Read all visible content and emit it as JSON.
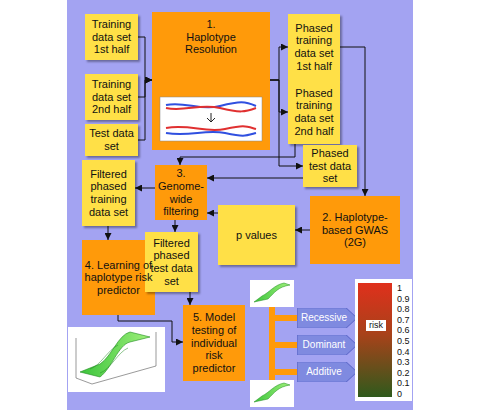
{
  "diagram": {
    "nodes": [
      {
        "text": [
          "Training data set 1st half"
        ]
      },
      {
        "text": [
          "1. Haplotype Resolution"
        ]
      },
      {
        "text": [
          "Phased training data set 1st half"
        ]
      },
      {
        "text": [
          "Training data set 2nd half"
        ]
      },
      {
        "text": [
          "Phased training data set 2nd half"
        ]
      },
      {
        "text": [
          "Test data set"
        ]
      },
      {
        "text": [
          "Phased test data set"
        ]
      },
      {
        "text": [
          "Filtered phased training data set"
        ]
      },
      {
        "text": [
          "3. Genome-wide filtering"
        ]
      },
      {
        "text": [
          "p values"
        ]
      },
      {
        "text": [
          "2. Haplotype-based GWAS (2G)"
        ]
      },
      {
        "text": [
          "4. Learning of haplotype risk predictor"
        ]
      },
      {
        "text": [
          "Filtered phased test data set"
        ]
      },
      {
        "text": [
          "Recessive"
        ]
      },
      {
        "text": [
          "Dominant"
        ]
      },
      {
        "text": [
          "Additive"
        ]
      },
      {
        "text": [
          "5. Model testing of individual risk predictor"
        ]
      }
    ],
    "edges": [
      {
        "from": 0,
        "to": 1,
        "arrow": "to"
      },
      {
        "from": 3,
        "to": 1,
        "arrow": "to"
      },
      {
        "from": 5,
        "to": 1,
        "arrow": "to"
      },
      {
        "from": 1,
        "to": 2,
        "arrow": "to"
      },
      {
        "from": 1,
        "to": 4,
        "arrow": "to"
      },
      {
        "from": 1,
        "to": 6,
        "arrow": "to"
      },
      {
        "from": 2,
        "to": 10,
        "arrow": "to"
      },
      {
        "from": 4,
        "to": 8,
        "arrow": "to"
      },
      {
        "from": 6,
        "to": 8,
        "arrow": "to"
      },
      {
        "from": 10,
        "to": 9,
        "arrow": "to"
      },
      {
        "from": 9,
        "to": 8,
        "arrow": "to"
      },
      {
        "from": 8,
        "to": 7,
        "arrow": "to"
      },
      {
        "from": 8,
        "to": 12,
        "arrow": "to"
      },
      {
        "from": 7,
        "to": 11,
        "arrow": "to"
      },
      {
        "from": 11,
        "to": 16,
        "arrow": "to"
      },
      {
        "from": 12,
        "to": 16,
        "arrow": "to"
      }
    ],
    "labels": [
      "risk",
      "1",
      "0.9",
      "0.8",
      "0.7",
      "0.6",
      "0.5",
      "0.4",
      "0.3",
      "0.2",
      "0.1",
      "0"
    ]
  }
}
